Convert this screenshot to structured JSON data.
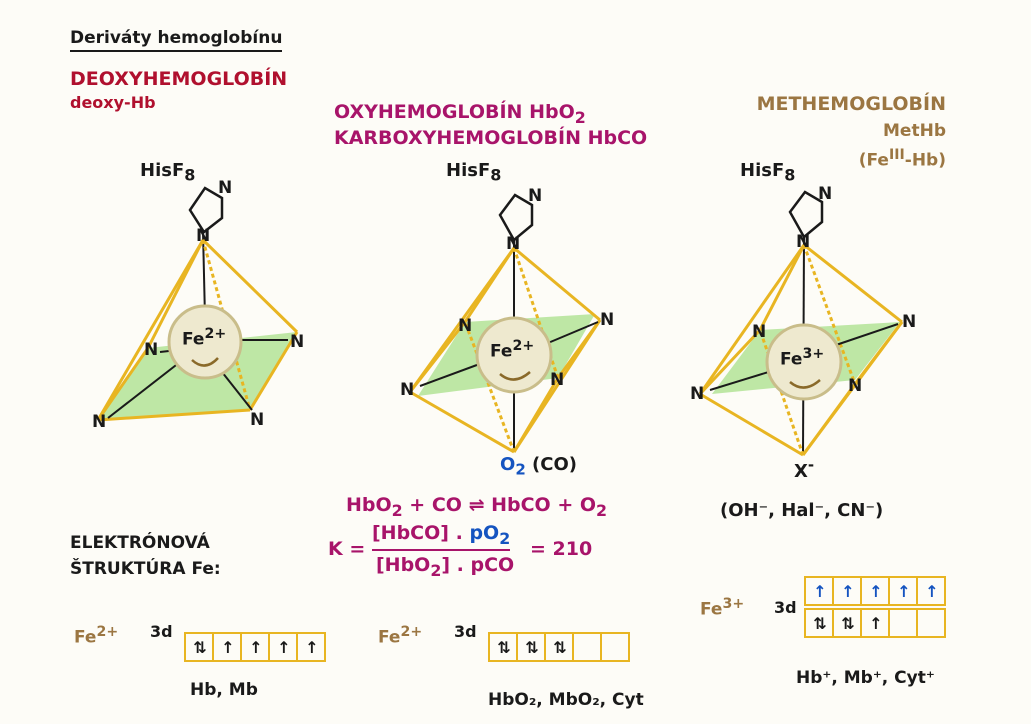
{
  "heading": "Deriváty hemoglobínu",
  "deoxy": {
    "title": "DEOXYHEMOGLOBÍN",
    "subtitle": "deoxy-Hb"
  },
  "oxy": {
    "line1": "OXYHEMOGLOBÍN HbO",
    "line1_sub": "2",
    "line2": "KARBOXYHEMOGLOBÍN HbCO"
  },
  "met": {
    "title": "METHEMOGLOBÍN",
    "abbr": "MetHb",
    "paren_open": "(Fe",
    "paren_sup": "III",
    "paren_close": "-Hb)"
  },
  "his_label": "HisF",
  "his_sub": "8",
  "atom_n": "N",
  "fe2": "Fe",
  "fe2_sup": "2+",
  "fe3": "Fe",
  "fe3_sup": "3+",
  "o2_ligand": {
    "o": "O",
    "sub": "2",
    "co": "(CO)"
  },
  "x_ligand": {
    "x": "X",
    "sup": "-"
  },
  "x_options": "(OH⁻, Hal⁻, CN⁻)",
  "equation": {
    "left": "HbO",
    "left_sub": "2",
    "plus_co": "+ CO",
    "arrow": "⇌",
    "right": "HbCO + O",
    "right_sub": "2"
  },
  "kexpr": {
    "k": "K =",
    "num_a": "[HbCO] .",
    "num_b": "pO",
    "num_b_sub": "2",
    "den_a": "[HbO",
    "den_a_sub": "2",
    "den_b": "] . pCO",
    "value": "= 210"
  },
  "electron": {
    "line1": "ELEKTRÓNOVÁ",
    "line2": "ŠTRUKTÚRA Fe:"
  },
  "config": [
    {
      "ion": "Fe",
      "ion_sup": "2+",
      "orbital": "3d",
      "boxes": [
        "⇅",
        "↑",
        "↑",
        "↑",
        "↑"
      ],
      "caption": "Hb, Mb"
    },
    {
      "ion": "Fe",
      "ion_sup": "2+",
      "orbital": "3d",
      "boxes": [
        "⇅",
        "⇅",
        "⇅",
        "",
        ""
      ],
      "caption": "HbO₂, MbO₂, Cyt"
    },
    {
      "ion": "Fe",
      "ion_sup": "3+",
      "orbital": "3d",
      "boxes_top": [
        "↑",
        "↑",
        "↑",
        "↑",
        "↑"
      ],
      "boxes": [
        "⇅",
        "⇅",
        "↑",
        "",
        ""
      ],
      "caption": "Hb⁺, Mb⁺, Cyt⁺"
    }
  ],
  "colors": {
    "plane": "#a8e08a",
    "bonds": "#e8b522",
    "ring": "#d6cc9a"
  }
}
